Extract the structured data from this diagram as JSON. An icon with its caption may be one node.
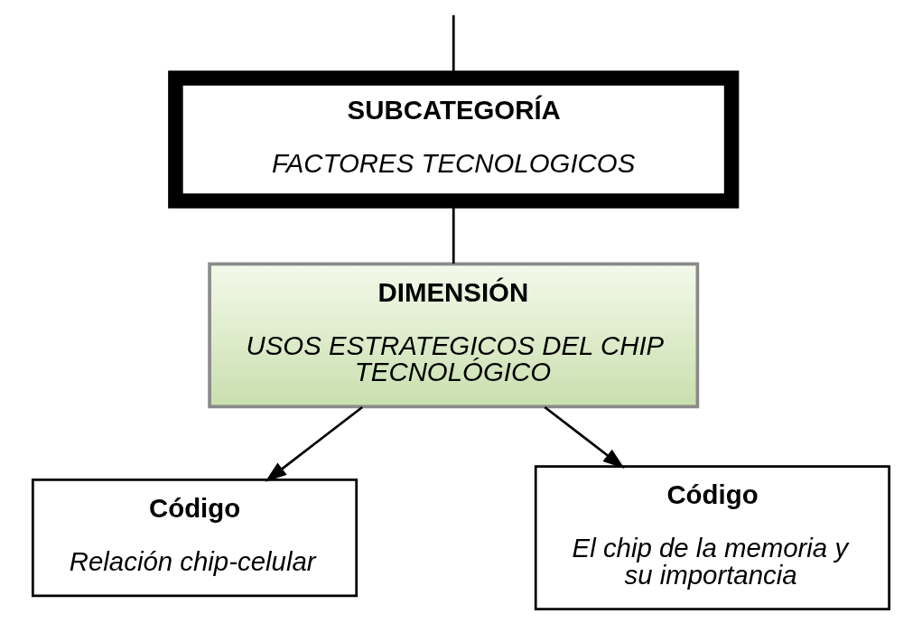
{
  "diagram": {
    "nodes": [
      {
        "text": [
          "SUBCATEGORÍA",
          "FACTORES TECNOLOGICOS"
        ]
      },
      {
        "text": [
          "DIMENSIÓN",
          "USOS ESTRATEGICOS DEL CHIP TECNOLÓGICO"
        ]
      },
      {
        "text": [
          "Código",
          "Relación chip-celular"
        ]
      },
      {
        "text": [
          "Código",
          "El chip de la memoria y su importancia"
        ]
      }
    ],
    "edges": [
      {
        "from": null,
        "to": 0,
        "arrow": "none"
      },
      {
        "from": 0,
        "to": 1,
        "arrow": "none"
      },
      {
        "from": 1,
        "to": 2,
        "arrow": "to"
      },
      {
        "from": 1,
        "to": 3,
        "arrow": "to"
      }
    ]
  }
}
